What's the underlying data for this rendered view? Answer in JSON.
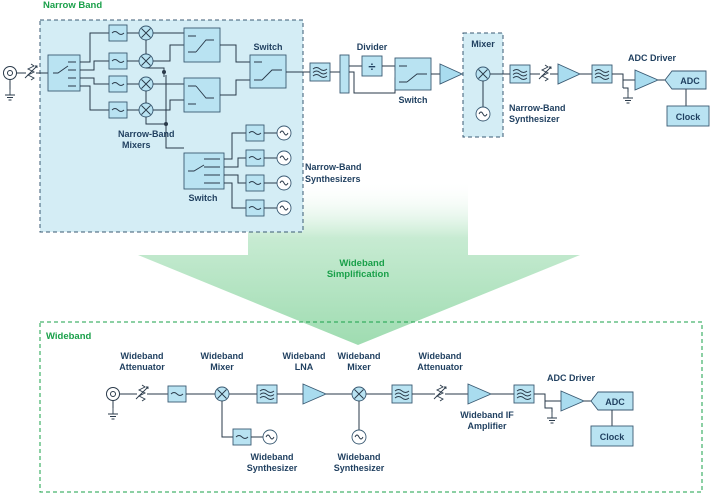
{
  "narrow": {
    "title": "Narrow Band",
    "mixers_label": [
      "Narrow-Band",
      "Mixers"
    ],
    "switch_top_label": "Switch",
    "switch_bottom_label": "Switch",
    "synths_label": [
      "Narrow-Band",
      "Synthesizers"
    ],
    "divider_label": "Divider",
    "divider_symbol": "÷",
    "switch_right_label": "Switch",
    "mixer_label": "Mixer",
    "nb_synth_label": [
      "Narrow-Band",
      "Synthesizer"
    ],
    "adc_driver_label": "ADC Driver",
    "adc_label": "ADC",
    "clock_label": "Clock"
  },
  "arrow": {
    "label": [
      "Wideband",
      "Simplification"
    ],
    "color": "#2db35d"
  },
  "wide": {
    "title": "Wideband",
    "attenuator1_label": [
      "Wideband",
      "Attenuator"
    ],
    "mixer1_label": [
      "Wideband",
      "Mixer"
    ],
    "lna_label": [
      "Wideband",
      "LNA"
    ],
    "mixer2_label": [
      "Wideband",
      "Mixer"
    ],
    "attenuator2_label": [
      "Wideband",
      "Attenuator"
    ],
    "if_amp_label": [
      "Wideband IF",
      "Amplifier"
    ],
    "adc_driver_label": "ADC Driver",
    "adc_label": "ADC",
    "clock_label": "Clock",
    "synth1_label": [
      "Wideband",
      "Synthesizer"
    ],
    "synth2_label": [
      "Wideband",
      "Synthesizer"
    ]
  },
  "colors": {
    "accent_green": "#1aa04a",
    "box_fill": "#b9e3f2",
    "panel_fill": "#d4edf5"
  }
}
